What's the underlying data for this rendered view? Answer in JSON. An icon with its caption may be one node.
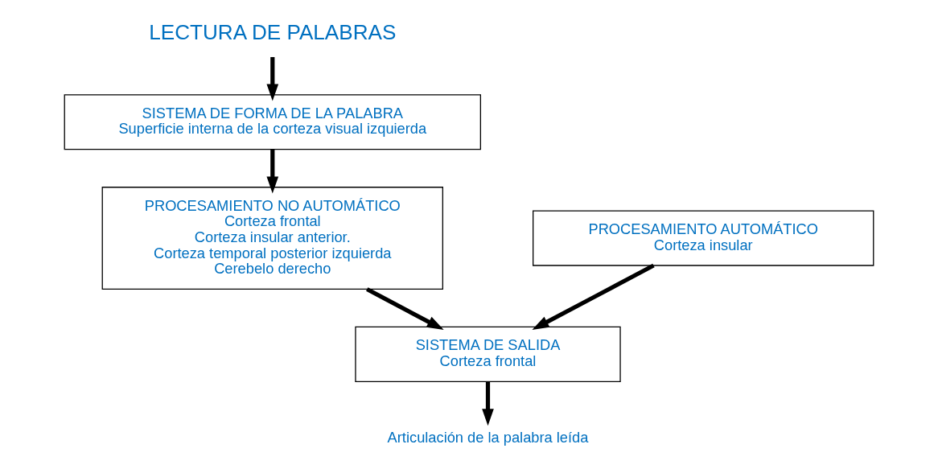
{
  "diagram": {
    "nodes": [
      {
        "text": [
          "LECTURA DE PALABRAS"
        ]
      },
      {
        "text": [
          "SISTEMA DE FORMA DE LA PALABRA",
          "Superficie interna de la corteza visual izquierda"
        ]
      },
      {
        "text": [
          "PROCESAMIENTO AUTOMÁTICO",
          "Corteza insular"
        ]
      },
      {
        "text": [
          "PROCESAMIENTO NO AUTOMÁTICO",
          "Corteza frontal",
          "Corteza insular anterior.",
          "Corteza temporal posterior izquierda",
          "Cerebelo derecho"
        ]
      },
      {
        "text": [
          "SISTEMA DE SALIDA",
          "Corteza frontal"
        ]
      },
      {
        "text": [
          "Articulación de la palabra leída"
        ]
      }
    ],
    "edges": [
      {
        "from": 0,
        "to": 1,
        "arrow": "to"
      },
      {
        "from": 1,
        "to": 3,
        "arrow": "to"
      },
      {
        "from": 2,
        "to": 4,
        "arrow": "to"
      },
      {
        "from": 3,
        "to": 4,
        "arrow": "to"
      },
      {
        "from": 4,
        "to": 5,
        "arrow": "to"
      }
    ]
  }
}
